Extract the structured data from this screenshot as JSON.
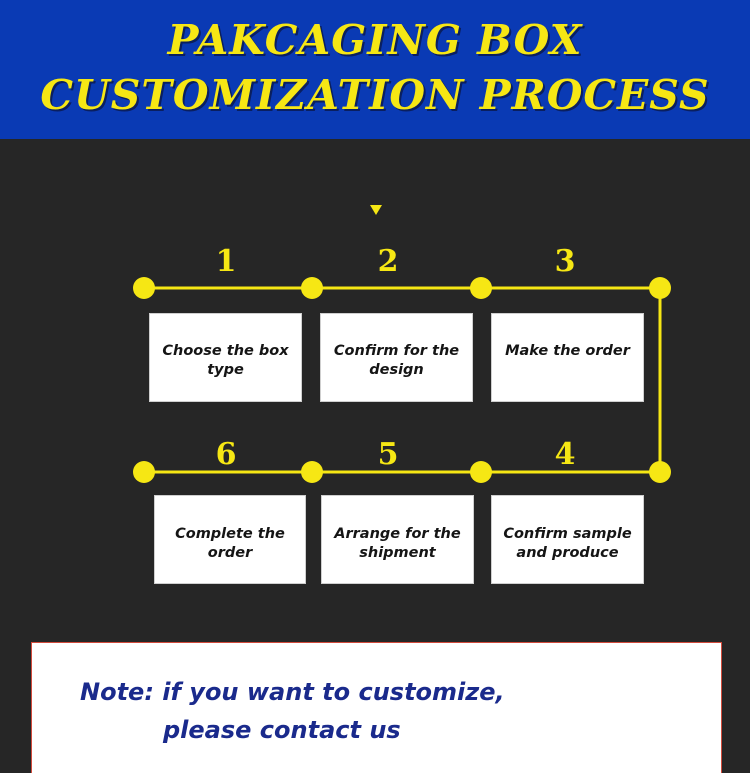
{
  "header": {
    "line1": "PAKCAGING BOX",
    "line2": "CUSTOMIZATION PROCESS"
  },
  "colors": {
    "header_bg": "#0a3ab4",
    "accent_yellow": "#f6e714",
    "background": "#262626",
    "note_text": "#1a2a8c"
  },
  "steps": [
    {
      "number": "1",
      "label": "Choose the box type"
    },
    {
      "number": "2",
      "label": "Confirm for the design"
    },
    {
      "number": "3",
      "label": "Make the order"
    },
    {
      "number": "4",
      "label": "Confirm sample and produce"
    },
    {
      "number": "5",
      "label": "Arrange for the shipment"
    },
    {
      "number": "6",
      "label": "Complete the order"
    }
  ],
  "note": {
    "line1": "Note: if you want to customize,",
    "line2": "please contact us"
  }
}
